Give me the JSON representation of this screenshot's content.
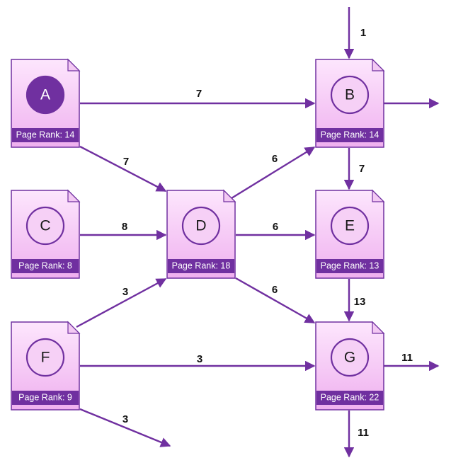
{
  "pages": [
    {
      "id": "A",
      "rank_label": "Page Rank: 14",
      "highlighted": true
    },
    {
      "id": "B",
      "rank_label": "Page Rank: 14",
      "highlighted": false
    },
    {
      "id": "C",
      "rank_label": "Page Rank: 8",
      "highlighted": false
    },
    {
      "id": "D",
      "rank_label": "Page Rank: 18",
      "highlighted": false
    },
    {
      "id": "E",
      "rank_label": "Page Rank: 13",
      "highlighted": false
    },
    {
      "id": "F",
      "rank_label": "Page Rank: 9",
      "highlighted": false
    },
    {
      "id": "G",
      "rank_label": "Page Rank: 22",
      "highlighted": false
    }
  ],
  "links": [
    {
      "from": "",
      "to": "B",
      "weight": "1"
    },
    {
      "from": "A",
      "to": "B",
      "weight": "7"
    },
    {
      "from": "A",
      "to": "D",
      "weight": "7"
    },
    {
      "from": "B",
      "to": "",
      "weight": ""
    },
    {
      "from": "B",
      "to": "E",
      "weight": "7"
    },
    {
      "from": "C",
      "to": "D",
      "weight": "8"
    },
    {
      "from": "D",
      "to": "B",
      "weight": "6"
    },
    {
      "from": "D",
      "to": "E",
      "weight": "6"
    },
    {
      "from": "D",
      "to": "G",
      "weight": "6"
    },
    {
      "from": "E",
      "to": "G",
      "weight": "13"
    },
    {
      "from": "F",
      "to": "D",
      "weight": "3"
    },
    {
      "from": "F",
      "to": "G",
      "weight": "3"
    },
    {
      "from": "F",
      "to": "",
      "weight": "3"
    },
    {
      "from": "G",
      "to": "",
      "weight": "11"
    },
    {
      "from": "G",
      "to": "",
      "weight": "11"
    }
  ],
  "colors": {
    "accent": "#7030a0",
    "page_fill_top": "#fde0fd",
    "page_fill_bottom": "#f0b2f0",
    "circle_fill": "#f6d0f6"
  }
}
